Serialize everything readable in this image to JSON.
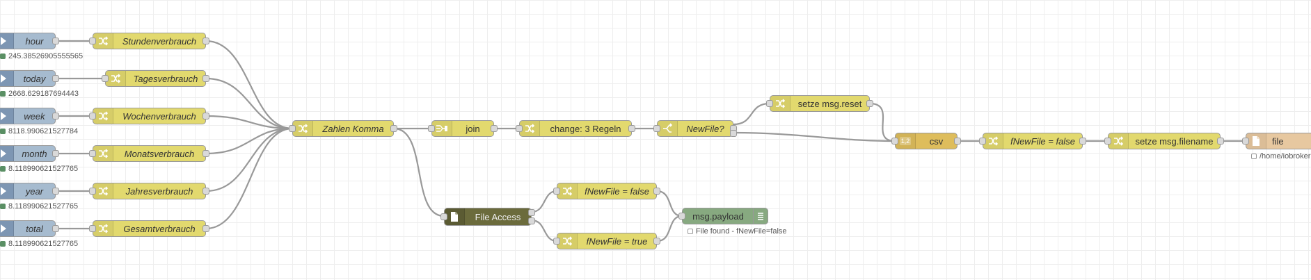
{
  "colors": {
    "function_node": "#e2d96e",
    "inject_node": "#a6bbcf",
    "csv_node": "#debd5c",
    "file_node": "#e7c8a0",
    "file_access_node": "#6b6b3c",
    "debug_node": "#87a980",
    "wire": "#999999",
    "status_green": "#5a8f64"
  },
  "inject_nodes": [
    {
      "label": "hour",
      "status": "245.38526905555565"
    },
    {
      "label": "today",
      "status": "2668.629187694443"
    },
    {
      "label": "week",
      "status": "8118.990621527784"
    },
    {
      "label": "month",
      "status": "8.118990621527765"
    },
    {
      "label": "year",
      "status": "8.118990621527765"
    },
    {
      "label": "total",
      "status": "8.118990621527765"
    }
  ],
  "change_nodes": [
    {
      "label": "Stundenverbrauch"
    },
    {
      "label": "Tagesverbrauch"
    },
    {
      "label": "Wochenverbrauch"
    },
    {
      "label": "Monatsverbrauch"
    },
    {
      "label": "Jahresverbrauch"
    },
    {
      "label": "Gesamtverbrauch"
    }
  ],
  "zahlen_komma": {
    "label": "Zahlen Komma",
    "icon": "shuffle-icon"
  },
  "join": {
    "label": "join",
    "icon": "join-icon"
  },
  "change3": {
    "label": "change: 3 Regeln",
    "icon": "shuffle-icon"
  },
  "newfile": {
    "label": "NewFile?",
    "icon": "switch-icon"
  },
  "setze_reset": {
    "label": "setze msg.reset",
    "icon": "shuffle-icon"
  },
  "csv": {
    "label": "csv",
    "icon_text": "1,2"
  },
  "fnewfile_false_main": {
    "label": "fNewFile = false",
    "icon": "shuffle-icon"
  },
  "setze_filename": {
    "label": "setze msg.filename",
    "icon": "shuffle-icon"
  },
  "file_out": {
    "label": "file",
    "status": "/home/iobroker",
    "icon": "file-icon"
  },
  "file_access": {
    "label": "File Access",
    "icon": "file-icon"
  },
  "fnewfile_false_branch": {
    "label": "fNewFile = false",
    "icon": "shuffle-icon"
  },
  "fnewfile_true_branch": {
    "label": "fNewFile = true",
    "icon": "shuffle-icon"
  },
  "debug": {
    "label": "msg.payload",
    "status": "File found - fNewFile=false",
    "icon": "list-icon"
  }
}
